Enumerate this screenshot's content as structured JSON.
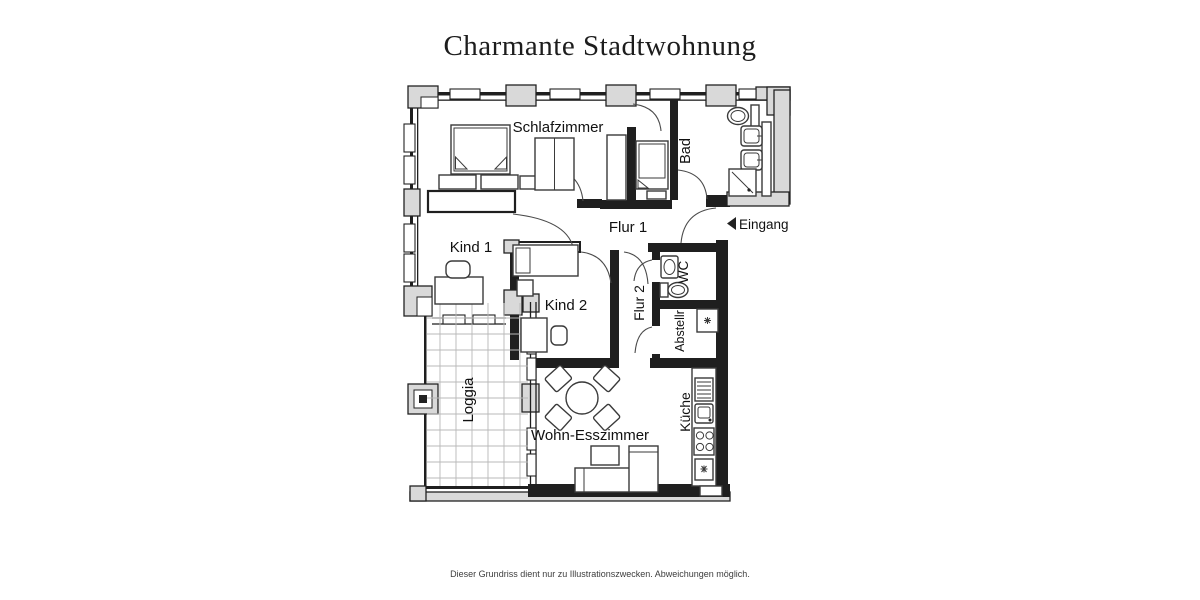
{
  "page": {
    "title": "Charmante Stadtwohnung",
    "disclaimer": "Dieser Grundriss dient nur zu Illustrationszwecken. Abweichungen möglich."
  },
  "floorplan": {
    "rooms": [
      {
        "id": "schlafzimmer",
        "label": "Schlafzimmer",
        "orientation": "horizontal"
      },
      {
        "id": "bad",
        "label": "Bad",
        "orientation": "vertical"
      },
      {
        "id": "flur1",
        "label": "Flur 1",
        "orientation": "horizontal"
      },
      {
        "id": "kind1",
        "label": "Kind 1",
        "orientation": "horizontal"
      },
      {
        "id": "kind2",
        "label": "Kind 2",
        "orientation": "horizontal"
      },
      {
        "id": "wc",
        "label": "WC",
        "orientation": "vertical"
      },
      {
        "id": "flur2",
        "label": "Flur 2",
        "orientation": "vertical"
      },
      {
        "id": "abstellraum",
        "label": "Abstellr",
        "orientation": "vertical"
      },
      {
        "id": "loggia",
        "label": "Loggia",
        "orientation": "vertical"
      },
      {
        "id": "wohnesszimmer",
        "label": "Wohn-Esszimmer",
        "orientation": "horizontal"
      },
      {
        "id": "kueche",
        "label": "Küche",
        "orientation": "vertical"
      }
    ],
    "entrance": {
      "label": "Eingang",
      "arrow_icon": "left-filled-triangle"
    },
    "colors": {
      "background": "#ffffff",
      "wall": "#1f1f1f",
      "pier_fill": "#d9d9d9",
      "furniture_stroke": "#3a3a3a",
      "tile_grid": "#b8b8b8",
      "text": "#111111"
    }
  }
}
